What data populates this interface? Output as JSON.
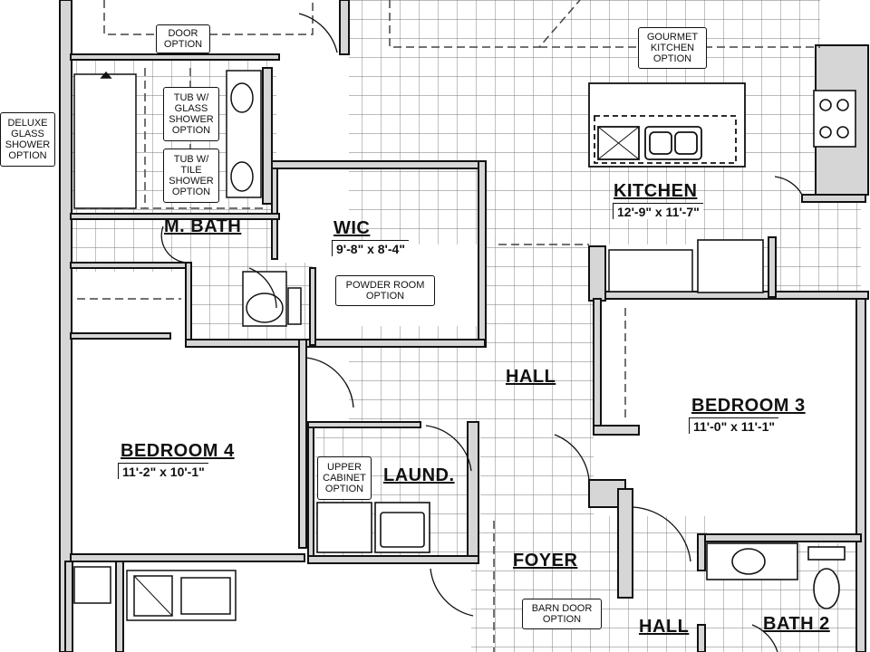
{
  "rooms": {
    "m_bath": {
      "name": "M. BATH"
    },
    "wic": {
      "name": "WIC",
      "dim": "9'-8\" x 8'-4\""
    },
    "kitchen": {
      "name": "KITCHEN",
      "dim": "12'-9\" x 11'-7\""
    },
    "hall_center": {
      "name": "HALL"
    },
    "bedroom3": {
      "name": "BEDROOM 3",
      "dim": "11'-0\" x 11'-1\""
    },
    "bedroom4": {
      "name": "BEDROOM 4",
      "dim": "11'-2\" x 10'-1\""
    },
    "laund": {
      "name": "LAUND."
    },
    "foyer": {
      "name": "FOYER"
    },
    "hall_bottom": {
      "name": "HALL"
    },
    "bath2": {
      "name": "BATH 2"
    }
  },
  "options": {
    "door": "DOOR\nOPTION",
    "gourmet_kitchen": "GOURMET\nKITCHEN\nOPTION",
    "tub_glass": "TUB W/\nGLASS\nSHOWER\nOPTION",
    "tub_tile": "TUB W/\nTILE\nSHOWER\nOPTION",
    "deluxe_glass": "DELUXE\nGLASS\nSHOWER\nOPTION",
    "powder_room": "POWDER ROOM\nOPTION",
    "upper_cabinet": "UPPER\nCABINET\nOPTION",
    "barn_door": "BARN DOOR\nOPTION"
  }
}
